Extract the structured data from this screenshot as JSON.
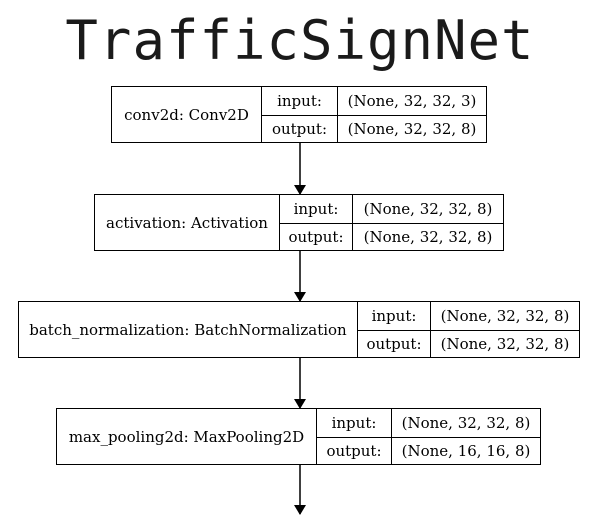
{
  "title": "TrafficSignNet",
  "nodes": [
    {
      "name": "conv2d: Conv2D",
      "input_label": "input:",
      "input_shape": "(None, 32, 32, 3)",
      "output_label": "output:",
      "output_shape": "(None, 32, 32, 8)"
    },
    {
      "name": "activation: Activation",
      "input_label": "input:",
      "input_shape": "(None, 32, 32, 8)",
      "output_label": "output:",
      "output_shape": "(None, 32, 32, 8)"
    },
    {
      "name": "batch_normalization: BatchNormalization",
      "input_label": "input:",
      "input_shape": "(None, 32, 32, 8)",
      "output_label": "output:",
      "output_shape": "(None, 32, 32, 8)"
    },
    {
      "name": "max_pooling2d: MaxPooling2D",
      "input_label": "input:",
      "input_shape": "(None, 32, 32, 8)",
      "output_label": "output:",
      "output_shape": "(None, 16, 16, 8)"
    }
  ]
}
